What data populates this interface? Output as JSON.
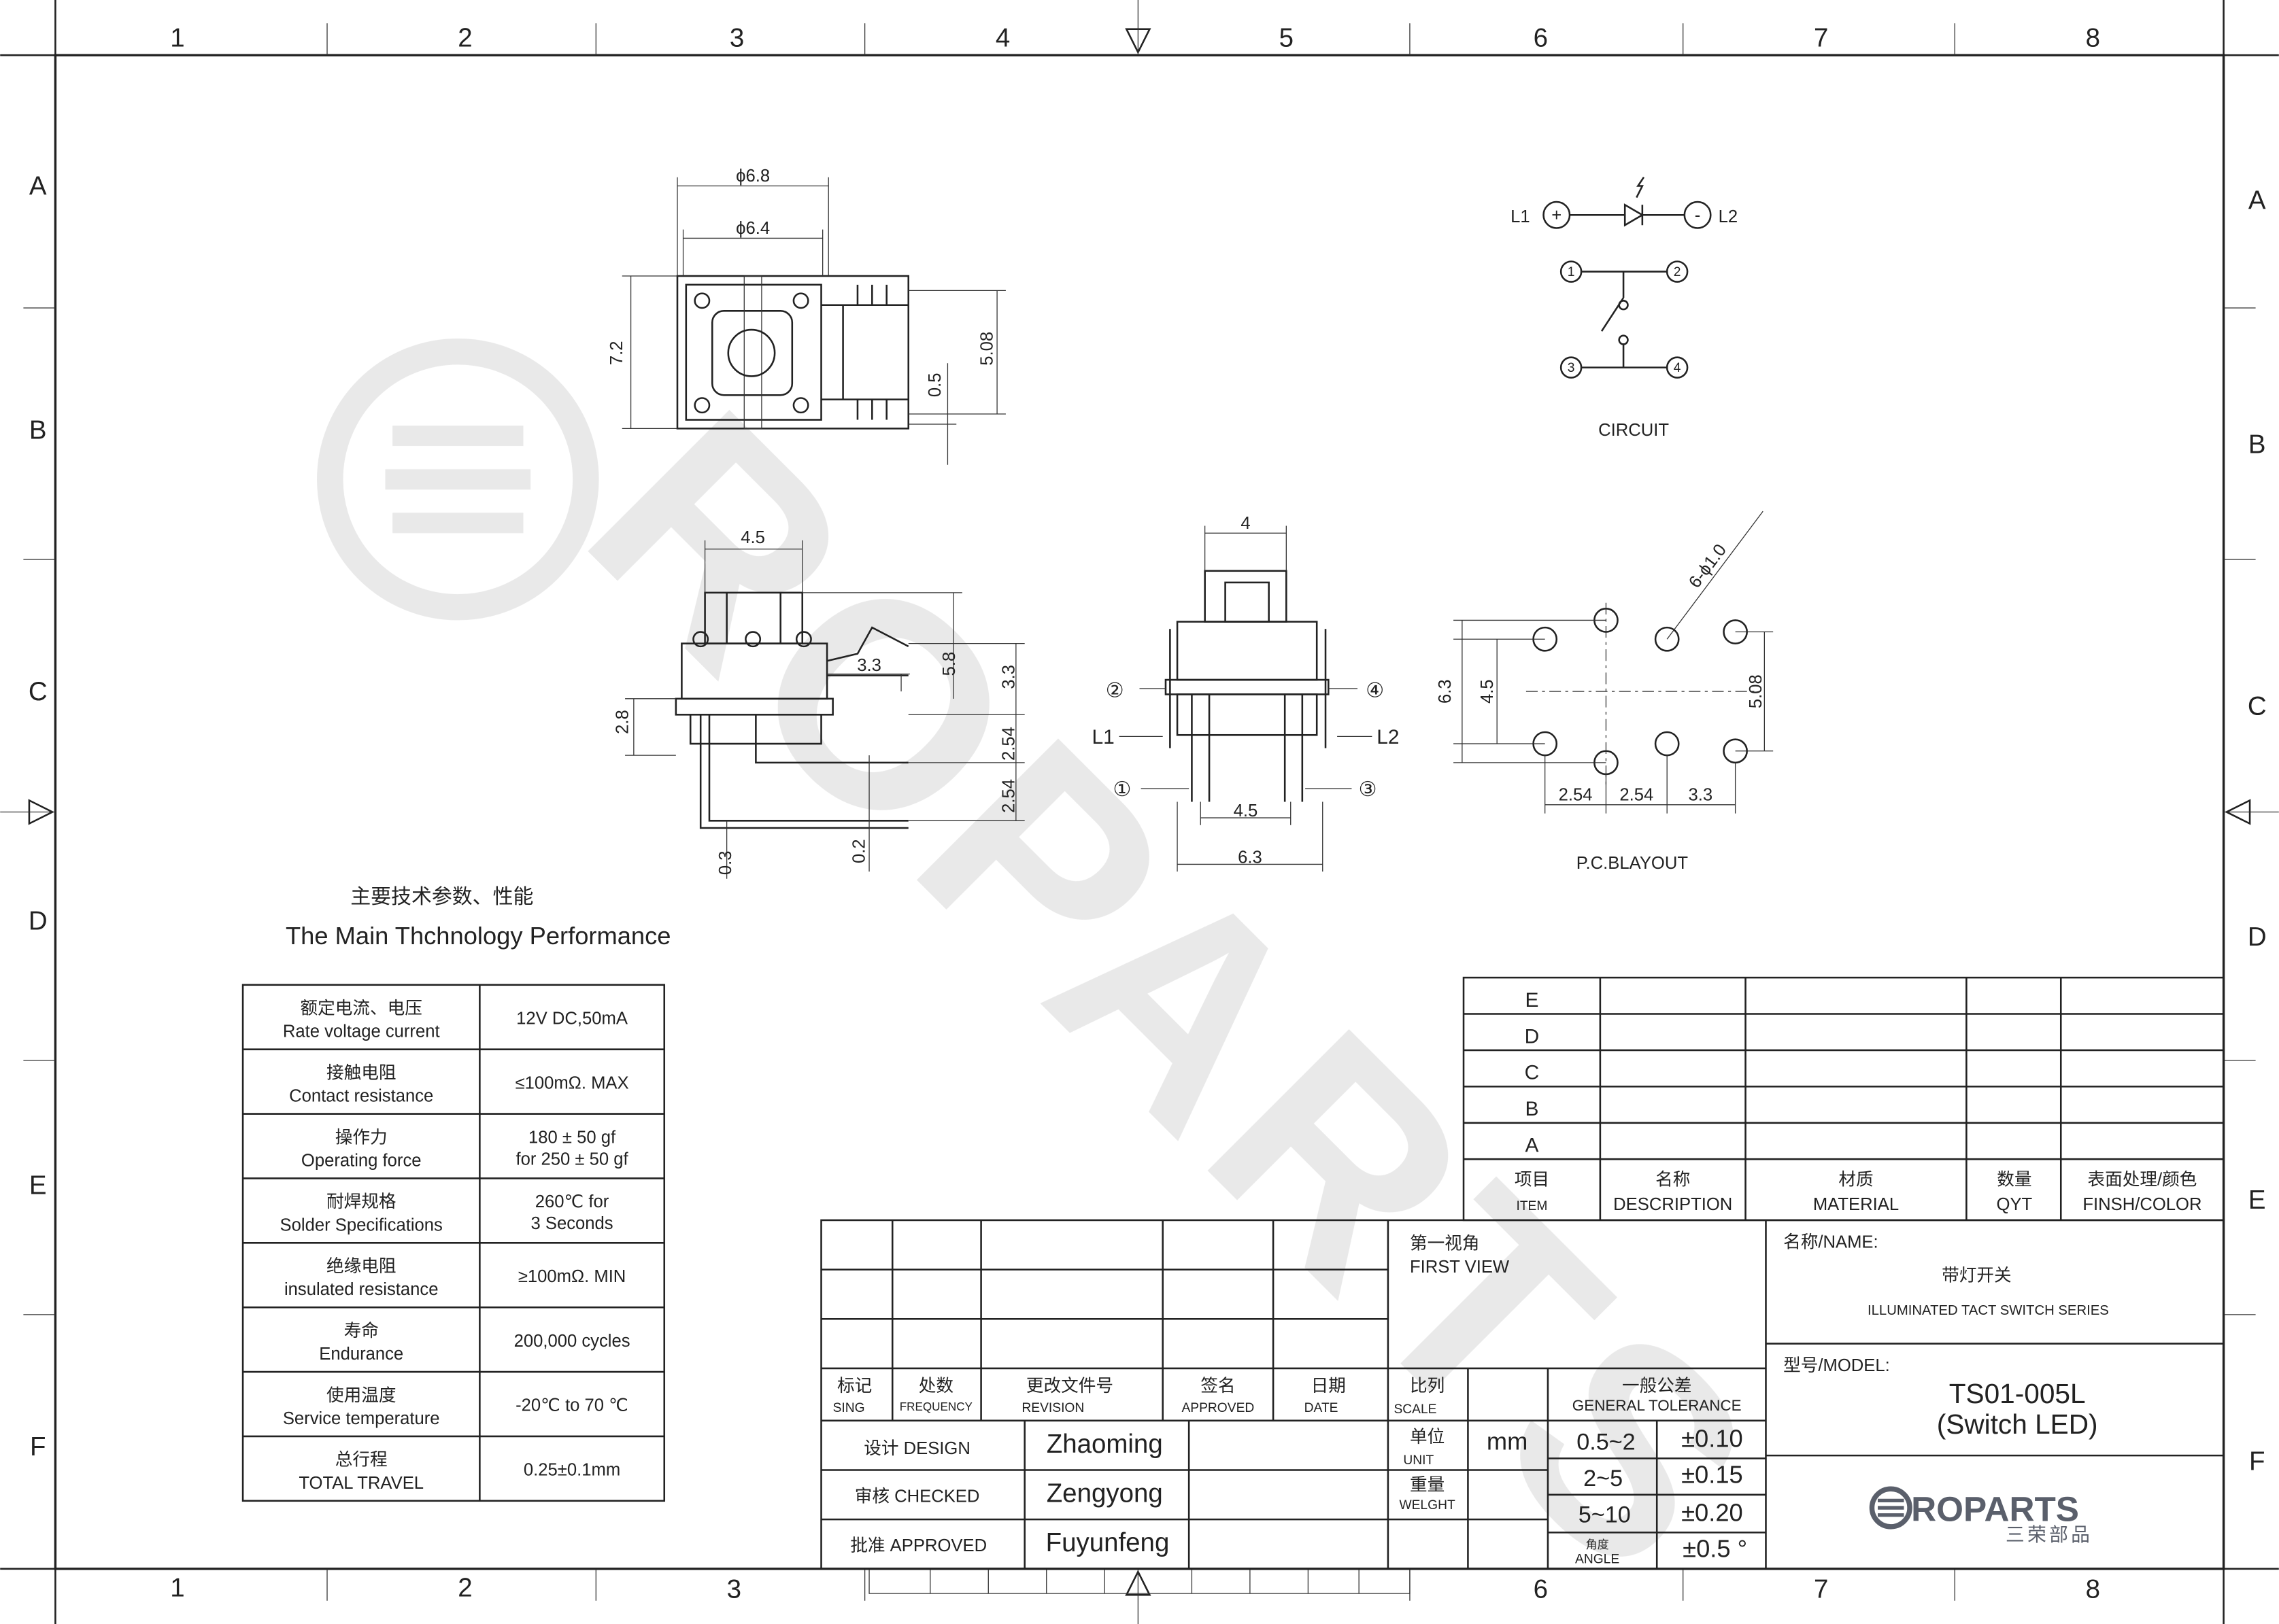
{
  "border": {
    "columns": [
      "1",
      "2",
      "3",
      "4",
      "5",
      "6",
      "7",
      "8"
    ],
    "rows": [
      "A",
      "B",
      "C",
      "D",
      "E",
      "F"
    ]
  },
  "watermark": {
    "text": "ROPARTS"
  },
  "top_view": {
    "dims": {
      "d1": "ϕ6.8",
      "d2": "ϕ6.4",
      "h": "7.2",
      "pitch": "5.08",
      "gap": "0.5"
    }
  },
  "side_view": {
    "dims": {
      "w": "4.5",
      "h": "5.8",
      "lead": "3.3",
      "right": "3.3",
      "left": "2.8",
      "p1": "2.54",
      "p2": "2.54",
      "t1": "0.3",
      "t2": "0.2"
    }
  },
  "front_view": {
    "dims": {
      "top": "4",
      "inner": "4.5",
      "outer": "6.3"
    },
    "pins": {
      "p1": "①",
      "p2": "②",
      "p3": "③",
      "p4": "④",
      "l1": "L1",
      "l2": "L2"
    }
  },
  "pcb_layout": {
    "label": "P.C.BLAYOUT",
    "dims": {
      "holes": "6-ϕ1.0",
      "h1": "6.3",
      "h2": "4.5",
      "v": "5.08",
      "x1": "2.54",
      "x2": "2.54",
      "x3": "3.3"
    }
  },
  "circuit": {
    "label": "CIRCUIT",
    "l1": "L1",
    "l2": "L2",
    "plus": "+",
    "minus": "-",
    "pins": [
      "1",
      "2",
      "3",
      "4"
    ]
  },
  "specs": {
    "title_cn": "主要技术参数、性能",
    "title_en": "The Main Thchnology Performance",
    "rows": [
      {
        "cn": "额定电流、电压",
        "en": "Rate voltage current",
        "value": [
          "12V DC,50mA"
        ]
      },
      {
        "cn": "接触电阻",
        "en": "Contact resistance",
        "value": [
          "≤100mΩ. MAX"
        ]
      },
      {
        "cn": "操作力",
        "en": "Operating  force",
        "value": [
          "180 ± 50 gf",
          "for 250 ± 50 gf"
        ]
      },
      {
        "cn": "耐焊规格",
        "en": "Solder Specifications",
        "value": [
          "260℃ for",
          "3 Seconds"
        ]
      },
      {
        "cn": "绝缘电阻",
        "en": "insulated resistance",
        "value": [
          "≥100mΩ. MIN"
        ]
      },
      {
        "cn": "寿命",
        "en": "Endurance",
        "value": [
          "200,000 cycles"
        ]
      },
      {
        "cn": "使用温度",
        "en": "Service temperature",
        "value": [
          "-20℃ to 70 ℃"
        ]
      },
      {
        "cn": "总行程",
        "en": "TOTAL TRAVEL",
        "value": [
          "0.25±0.1mm"
        ]
      }
    ]
  },
  "revision_table": {
    "rows": [
      "E",
      "D",
      "C",
      "B",
      "A"
    ],
    "headers": [
      {
        "cn": "项目",
        "en": "ITEM"
      },
      {
        "cn": "名称",
        "en": "DESCRIPTION"
      },
      {
        "cn": "材质",
        "en": "MATERIAL"
      },
      {
        "cn": "数量",
        "en": "QYT"
      },
      {
        "cn": "表面处理/颜色",
        "en": "FINSH/COLOR"
      }
    ]
  },
  "title_block": {
    "view_cn": "第一视角",
    "view_en": "FIRST VIEW",
    "headers": [
      {
        "cn": "标记",
        "en": "SING"
      },
      {
        "cn": "处数",
        "en": "FREQUENCY"
      },
      {
        "cn": "更改文件号",
        "en": "REVISION"
      },
      {
        "cn": "签名",
        "en": "APPROVED"
      },
      {
        "cn": "日期",
        "en": "DATE"
      },
      {
        "cn": "比列",
        "en": "SCALE"
      }
    ],
    "tolerance_cn": "一般公差",
    "tolerance_en": "GENERAL TOLERANCE",
    "signoffs": [
      {
        "role": "设计 DESIGN",
        "name": "Zhaoming"
      },
      {
        "role": "审核 CHECKED",
        "name": "Zengyong"
      },
      {
        "role": "批准 APPROVED",
        "name": "Fuyunfeng"
      }
    ],
    "unit_cn": "单位",
    "unit_en": "UNIT",
    "unit_value": "mm",
    "weight_cn": "重量",
    "weight_en": "WELGHT",
    "tolerances": [
      {
        "range": "0.5~2",
        "tol": "±0.10"
      },
      {
        "range": "2~5",
        "tol": "±0.15"
      },
      {
        "range": "5~10",
        "tol": "±0.20"
      },
      {
        "range_cn": "角度",
        "range": "ANGLE",
        "tol": "±0.5 °"
      }
    ],
    "name_label": "名称/NAME:",
    "name_cn": "带灯开关",
    "name_en": "ILLUMINATED TACT SWITCH SERIES",
    "model_label": "型号/MODEL:",
    "model": "TS01-005L",
    "model_sub": "(Switch LED)",
    "logo_text": "ROPARTS",
    "logo_cn": "三荣部品",
    "logo_color": "#5a5f6b"
  }
}
